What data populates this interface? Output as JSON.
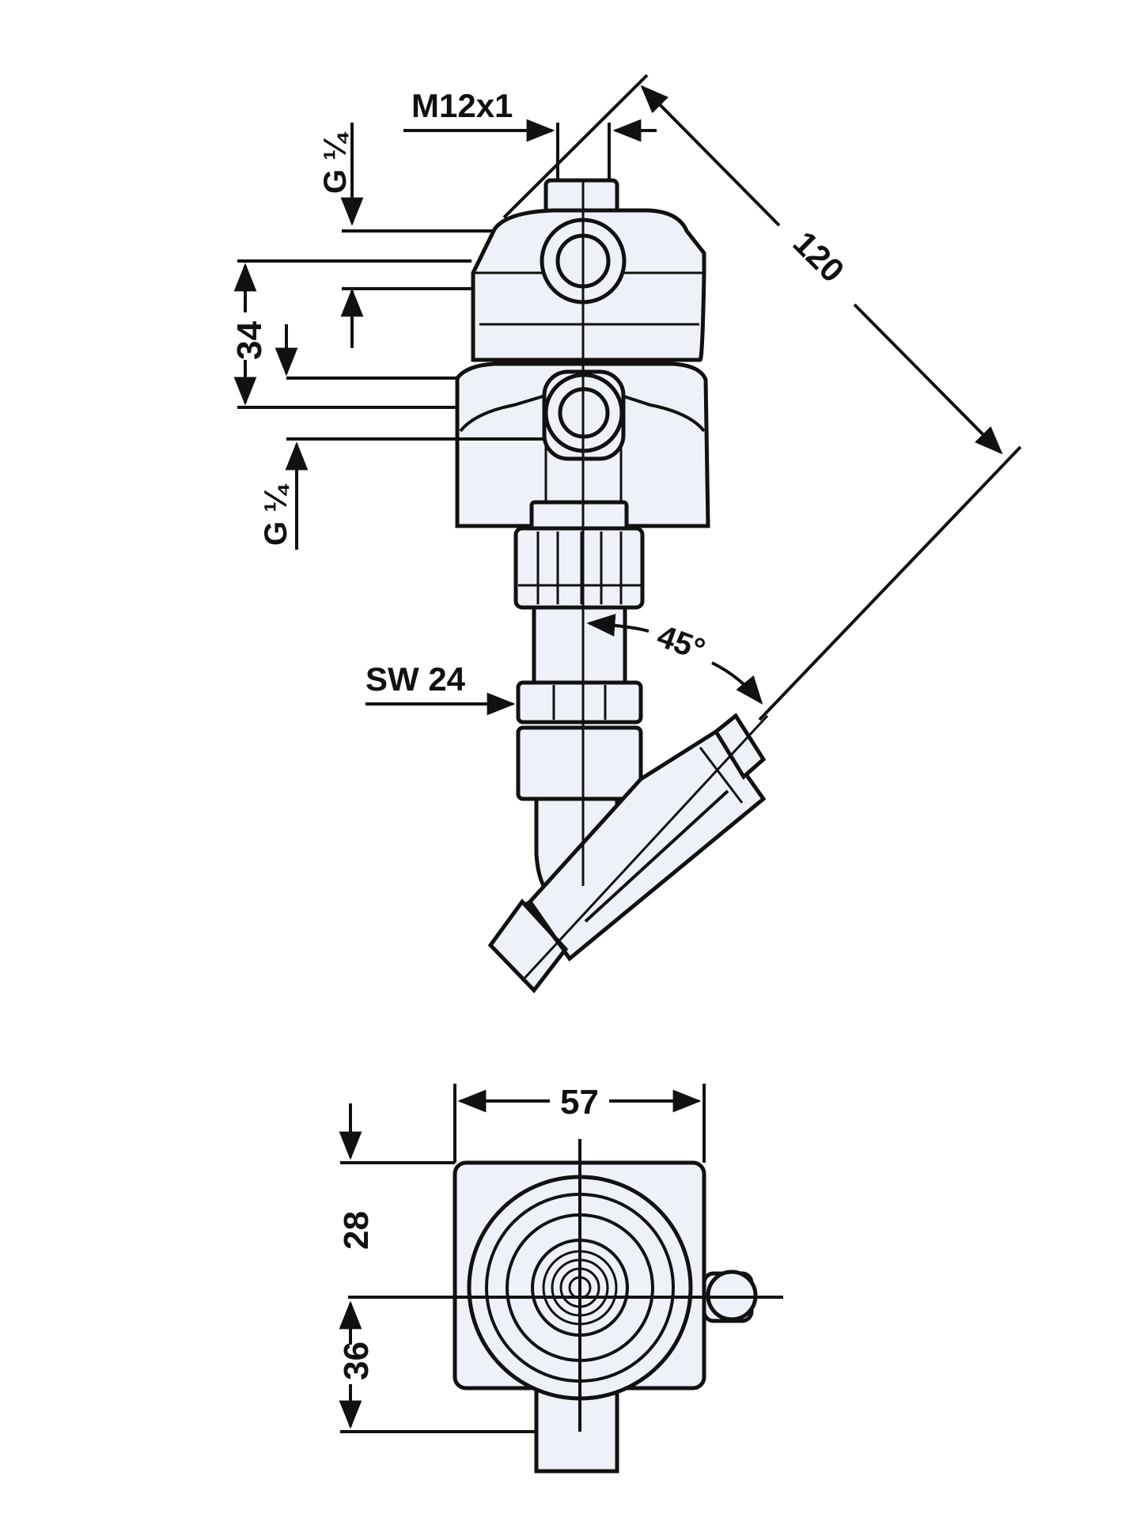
{
  "drawing": {
    "dimensions": {
      "m12x1": "M12x1",
      "g_quarter_top": "G ¼",
      "g_quarter_bottom": "G ¼",
      "d34": "34",
      "d120": "120",
      "angle45": "45°",
      "sw24": "SW 24",
      "d57": "57",
      "d28": "28",
      "d36": "36"
    },
    "colors": {
      "line": "#111111",
      "body_fill": "#eef1f8",
      "background": "#ffffff"
    }
  }
}
